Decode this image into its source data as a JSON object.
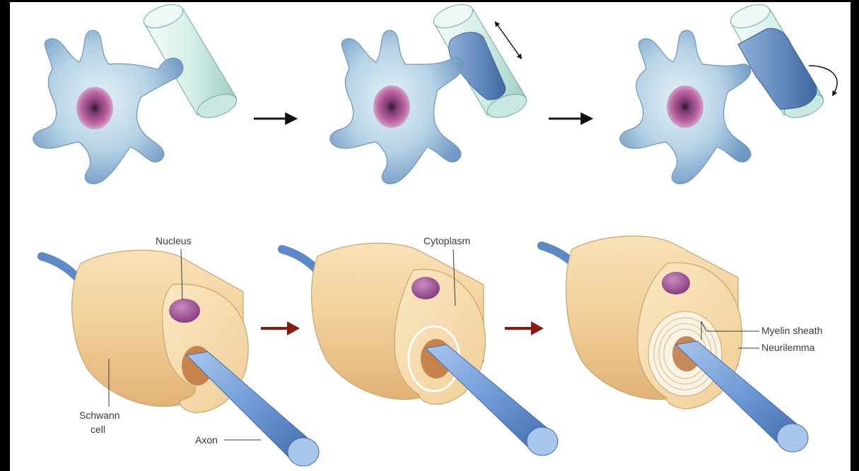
{
  "labels": {
    "nucleus": "Nucleus",
    "cytoplasm": "Cytoplasm",
    "schwann_line1": "Schwann",
    "schwann_line2": "cell",
    "axon": "Axon",
    "myelin_sheath": "Myelin sheath",
    "neurilemma": "Neurilemma"
  },
  "colors": {
    "cell_body": "#a9c8e2",
    "cell_body_edge": "#6d95bd",
    "nucleus_outer": "#c46aa6",
    "axon_tube": "#dff3ee",
    "schwann_wrap": "#6f93c2",
    "schwann_surface": "#f3d4a0",
    "schwann_edge": "#c9a46c",
    "axon": "#6e9ad6",
    "sheath_nucleus": "#9c4f92",
    "black_arrow": "#111111",
    "red_arrow": "#8b1a12"
  }
}
